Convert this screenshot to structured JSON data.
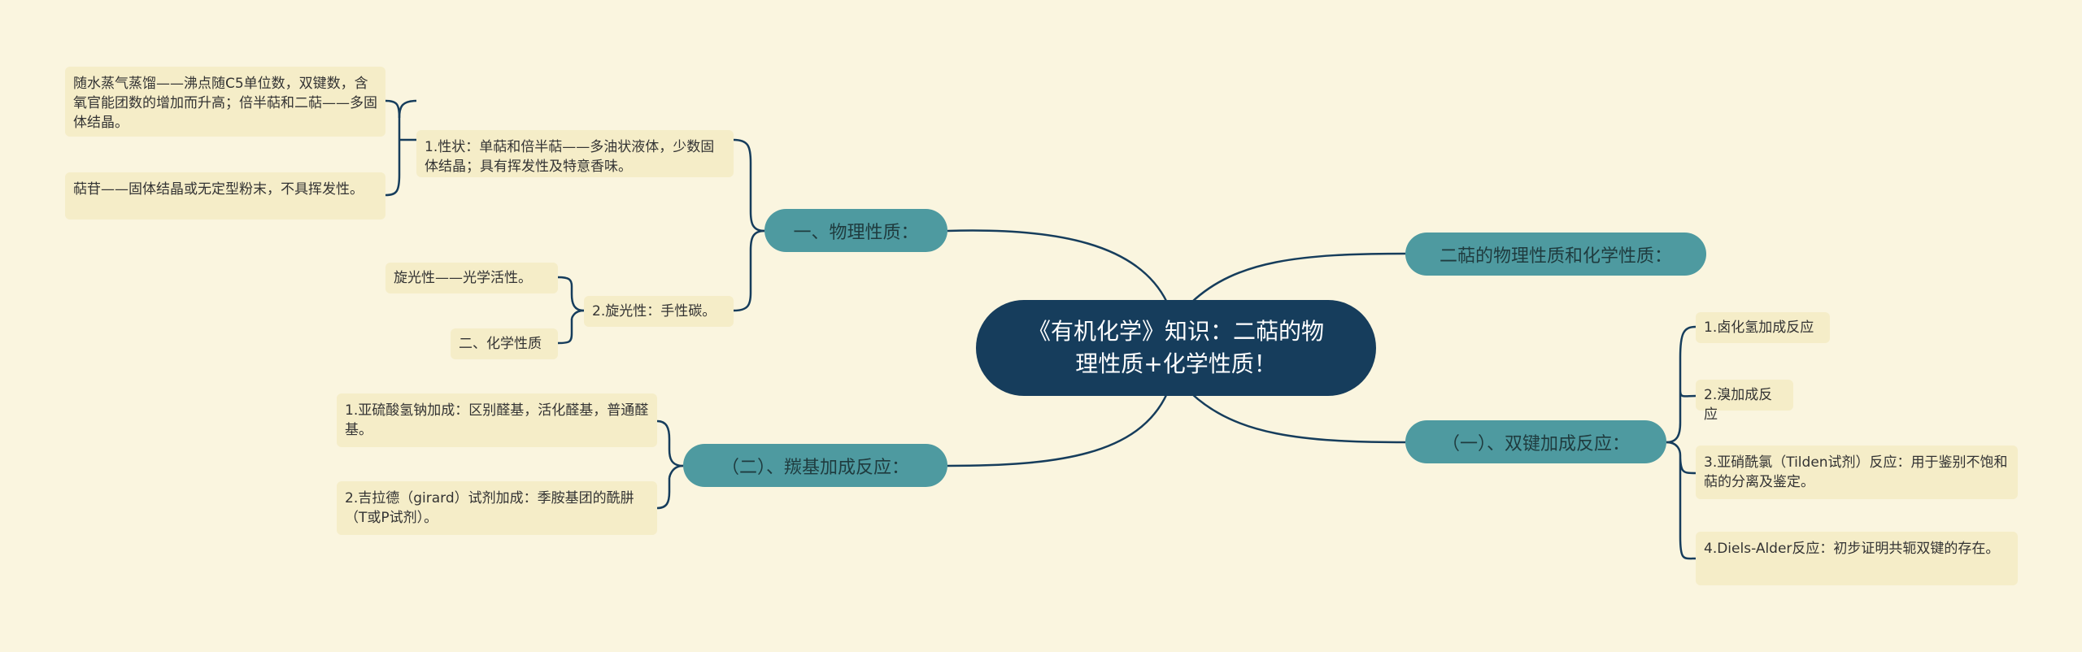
{
  "root": {
    "title": "《有机化学》知识：二萜的物理性质+化学性质！"
  },
  "branches": {
    "physical": "一、物理性质：",
    "carbonyl": "（二）、羰基加成反应：",
    "overview": "二萜的物理性质和化学性质：",
    "double_bond": "（一）、双键加成反应："
  },
  "physical": {
    "sub1": "1.性状：单萜和倍半萜——多油状液体，少数固体结晶；具有挥发性及特意香味。",
    "sub1_children": [
      "随水蒸气蒸馏——沸点随C5单位数，双键数，含氧官能团数的增加而升高；倍半萜和二萜——多固体结晶。",
      "萜苷——固体结晶或无定型粉末，不具挥发性。"
    ],
    "sub2": "2.旋光性：手性碳。",
    "sub2_children": [
      "旋光性——光学活性。",
      "二、化学性质"
    ]
  },
  "carbonyl": {
    "items": [
      "1.亚硫酸氢钠加成：区别醛基，活化醛基，普通醛基。",
      "2.吉拉德（girard）试剂加成：季胺基团的酰肼（T或P试剂）。"
    ]
  },
  "double_bond": {
    "items": [
      "1.卤化氢加成反应",
      "2.溴加成反应",
      "3.亚硝酰氯（Tilden试剂）反应：用于鉴别不饱和萜的分离及鉴定。",
      "4.Diels-Alder反应：初步证明共轭双键的存在。"
    ]
  },
  "colors": {
    "background": "#faf5df",
    "root": "#163d5c",
    "branch": "#4e9aa0",
    "leaf": "#f5edc8",
    "line": "#163d5c"
  }
}
